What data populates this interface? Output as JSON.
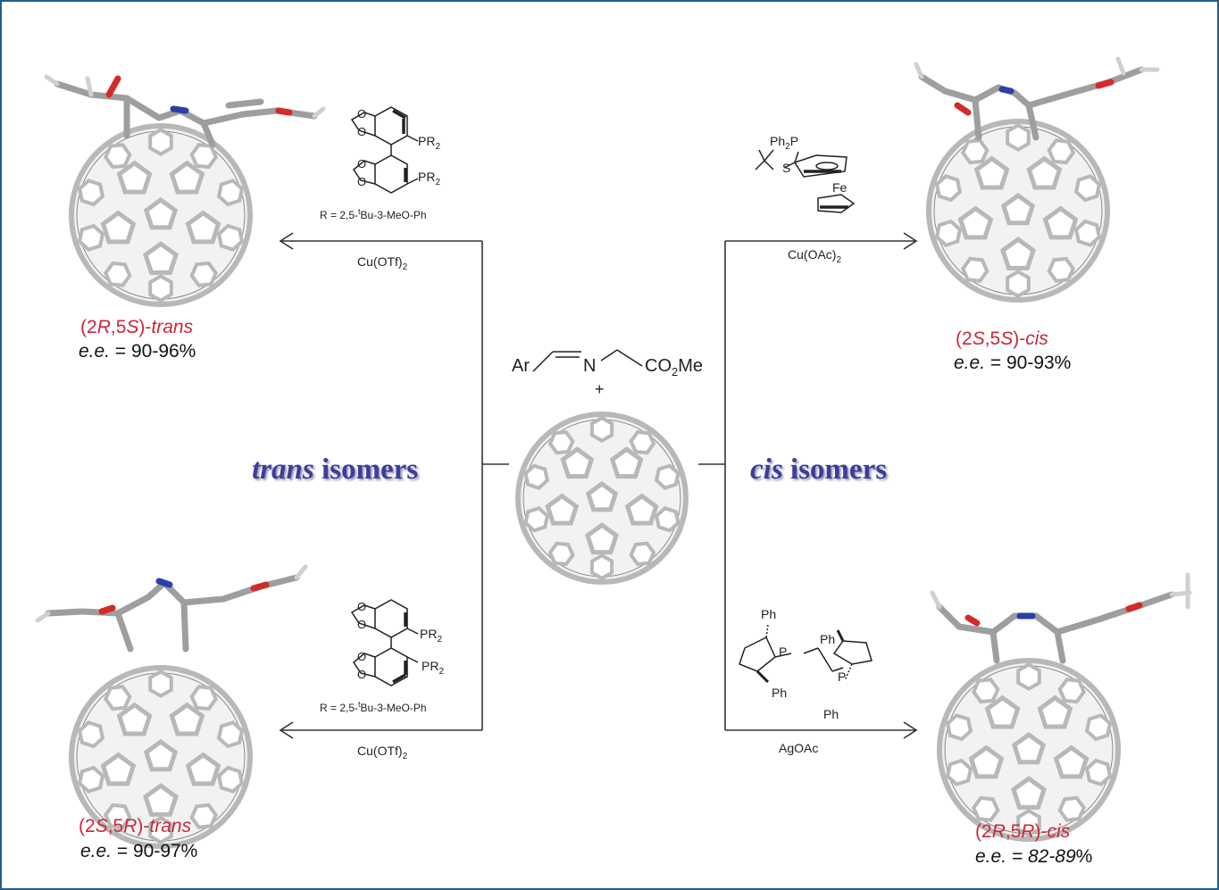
{
  "colors": {
    "border": "#1f5f8c",
    "config_text": "#c8283a",
    "heading_text": "#3d3d9a",
    "nitrogen": "#2a3fa8",
    "oxygen": "#d42a2a",
    "cage": "#b8b8b8"
  },
  "center": {
    "ar_label": "Ar",
    "n_label": "N",
    "ester_label": "CO",
    "ester_sub": "2",
    "ester_tail": "Me",
    "plus": "+"
  },
  "headings": {
    "trans_word": "trans",
    "trans_rest": " isomers",
    "cis_word": "cis",
    "cis_rest": " isomers"
  },
  "products": {
    "top_left": {
      "config_pre": "(2",
      "c1": "R",
      "mid": ",5",
      "c2": "S",
      "post": ")-",
      "isomer": "trans",
      "ee_label": "e.e.",
      "ee_value": " = 90-96%"
    },
    "bottom_left": {
      "config_pre": "(2",
      "c1": "S",
      "mid": ",5",
      "c2": "R",
      "post": ")-",
      "isomer": "trans",
      "ee_label": "e.e.",
      "ee_value": " = 90-97%"
    },
    "top_right": {
      "config_pre": "(2",
      "c1": "S",
      "mid": ",5",
      "c2": "S",
      "post": ")-",
      "isomer": "cis",
      "ee_label": "e.e.",
      "ee_value": " = 90-93%"
    },
    "bottom_right": {
      "config_pre": "(2",
      "c1": "R",
      "mid": ",5",
      "c2": "R",
      "post": ")-",
      "isomer": "cis",
      "ee_label": "e.e. = 82-89",
      "ee_value": "%"
    }
  },
  "reagents": {
    "top_left": {
      "metal": "Cu",
      "paren": "(OTf)",
      "sub": "2"
    },
    "bottom_left": {
      "metal": "Cu",
      "paren": "(OTf)",
      "sub": "2"
    },
    "top_right": {
      "metal": "Cu",
      "paren": "(OAc)",
      "sub": "2"
    },
    "bottom_right": {
      "metal": "AgOAc",
      "paren": "",
      "sub": ""
    }
  },
  "ligands": {
    "segphos_top": {
      "pr2": "PR",
      "pr2_sub": "2",
      "r_def_pre": "R = 2,5-",
      "r_def_sup": "t",
      "r_def_post": "Bu-3-MeO-Ph"
    },
    "segphos_bottom": {
      "pr2": "PR",
      "pr2_sub": "2",
      "r_def_pre": "R = 2,5-",
      "r_def_sup": "t",
      "r_def_post": "Bu-3-MeO-Ph"
    },
    "ferrocene": {
      "ph2p": "Ph",
      "ph2p_sub": "2",
      "ph2p_tail": "P",
      "s": "S",
      "fe": "Fe"
    },
    "phospholane": {
      "ph": "Ph",
      "p": "P"
    }
  }
}
